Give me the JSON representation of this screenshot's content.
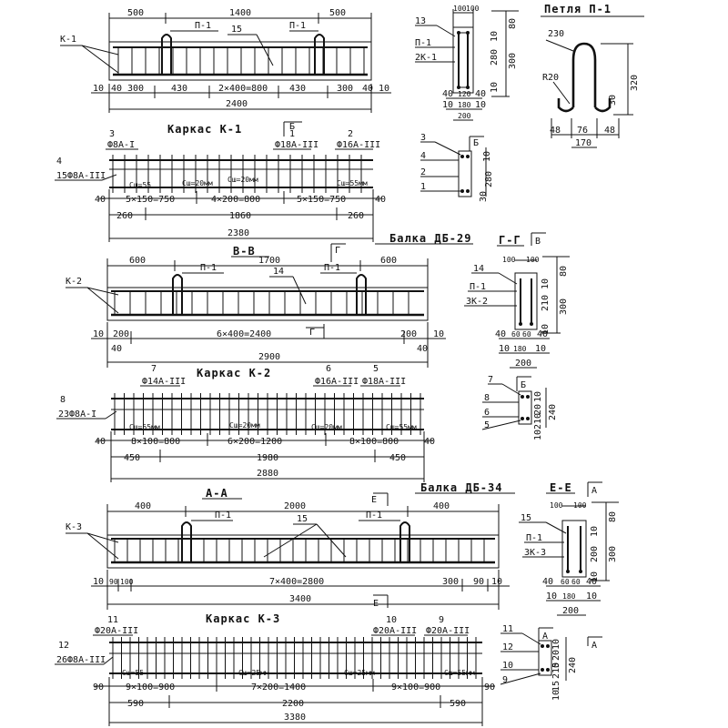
{
  "beam1": {
    "dims_top": [
      "500",
      "1400",
      "500"
    ],
    "call_p": "П-1",
    "call_15": "15",
    "call_k": "К-1",
    "dims_bottom": [
      "10",
      "40",
      "300",
      "430",
      "2×400=800",
      "430",
      "300",
      "40",
      "10"
    ],
    "total": "2400"
  },
  "frame1": {
    "title": "Каркас К-1",
    "section_mark": "Б",
    "labels_top": [
      "3",
      "Ф8А-I",
      "1",
      "Ф18А-III",
      "2",
      "Ф16А-III"
    ],
    "left_labels": [
      "4",
      "15Ф8А-III"
    ],
    "spacing_notes": [
      "Сш=55",
      "Сш=20мм",
      "Сш=20мм",
      "Сш=55мм"
    ],
    "dims_a": [
      "40",
      "5×150=750",
      "4×200=800",
      "5×150=750",
      "40"
    ],
    "dims_b": [
      "260",
      "1860",
      "260"
    ],
    "total": "2380"
  },
  "section1": {
    "top_dims": [
      "100",
      "100"
    ],
    "labels": [
      "13",
      "П-1",
      "2К-1"
    ],
    "right_dims": [
      "80",
      "10",
      "280",
      "300",
      "10"
    ],
    "bottom_dims": [
      "40",
      "120",
      "40",
      "10",
      "180",
      "10",
      "200"
    ],
    "cut_labels": [
      "3",
      "4",
      "2",
      "1"
    ],
    "cut_mark": "Б",
    "cut_dims": [
      "10",
      "280",
      "30"
    ]
  },
  "loop": {
    "title": "Петля П-1",
    "dims": [
      "230",
      "R20",
      "320",
      "30",
      "48",
      "76",
      "48",
      "170"
    ]
  },
  "beam2": {
    "title": "Балка ДБ-29",
    "section_title": "В-В",
    "dims_top": [
      "600",
      "1700",
      "600"
    ],
    "call_p": "П-1",
    "call_14": "14",
    "call_k": "К-2",
    "cut_mark": "Г",
    "dims_bottom": [
      "10",
      "200",
      "6×400=2400",
      "200",
      "10"
    ],
    "dims_edge": [
      "40",
      "40"
    ],
    "total": "2900"
  },
  "section2": {
    "title": "Г-Г",
    "mark": "В",
    "top_dims": [
      "100",
      "100"
    ],
    "labels": [
      "14",
      "П-1",
      "3К-2"
    ],
    "right_dims": [
      "80",
      "10",
      "210",
      "300",
      "10"
    ],
    "bottom_dims": [
      "40",
      "60",
      "60",
      "40",
      "10",
      "180",
      "10",
      "200"
    ]
  },
  "frame2": {
    "title": "Каркас К-2",
    "labels_top": [
      "7",
      "Ф14А-III",
      "6",
      "Ф16А-III",
      "5",
      "Ф18А-III"
    ],
    "left_labels": [
      "8",
      "23Ф8А-I"
    ],
    "spacing_notes": [
      "Сш=55мм",
      "Сш=20мм",
      "Сш=20мм",
      "Сш=55мм"
    ],
    "dims_a": [
      "40",
      "8×100=800",
      "6×200=1200",
      "8×100=800",
      "40"
    ],
    "dims_b": [
      "450",
      "1980",
      "450"
    ],
    "total": "2880"
  },
  "cut2": {
    "mark": "Б",
    "labels": [
      "7",
      "8",
      "6",
      "5"
    ],
    "dims": [
      "10",
      "20",
      "210",
      "240",
      "10"
    ]
  },
  "beam3": {
    "title": "Балка ДБ-34",
    "section_title": "А-А",
    "dims_top": [
      "400",
      "2000",
      "400"
    ],
    "call_p": "П-1",
    "call_15": "15",
    "call_k": "К-3",
    "cut_mark": "Е",
    "dims_bottom": [
      "10",
      "90",
      "100",
      "7×400=2800",
      "300",
      "90",
      "10"
    ],
    "total": "3400"
  },
  "section3": {
    "title": "Е-Е",
    "mark": "А",
    "top_dims": [
      "100",
      "100"
    ],
    "labels": [
      "15",
      "П-1",
      "3К-3"
    ],
    "right_dims": [
      "80",
      "10",
      "200",
      "300",
      "10"
    ],
    "bottom_dims": [
      "40",
      "60",
      "60",
      "40",
      "10",
      "180",
      "10",
      "200"
    ]
  },
  "frame3": {
    "title": "Каркас К-3",
    "labels_top": [
      "11",
      "Ф20А-III",
      "10",
      "Ф20А-III",
      "9",
      "Ф20А-III"
    ],
    "left_labels": [
      "12",
      "26Ф8А-III"
    ],
    "spacing_notes": [
      "Сш=55",
      "Сш=25мм",
      "Сш=25мм",
      "Сш=55мм"
    ],
    "dims_a": [
      "90",
      "9×100=900",
      "7×200=1400",
      "9×100=900",
      "90"
    ],
    "dims_b": [
      "590",
      "2200",
      "590"
    ],
    "total": "3380"
  },
  "cut3": {
    "mark": "А",
    "labels": [
      "11",
      "12",
      "10",
      "9"
    ],
    "dims": [
      "10",
      "20",
      "5",
      "210",
      "240",
      "15",
      "10"
    ]
  }
}
